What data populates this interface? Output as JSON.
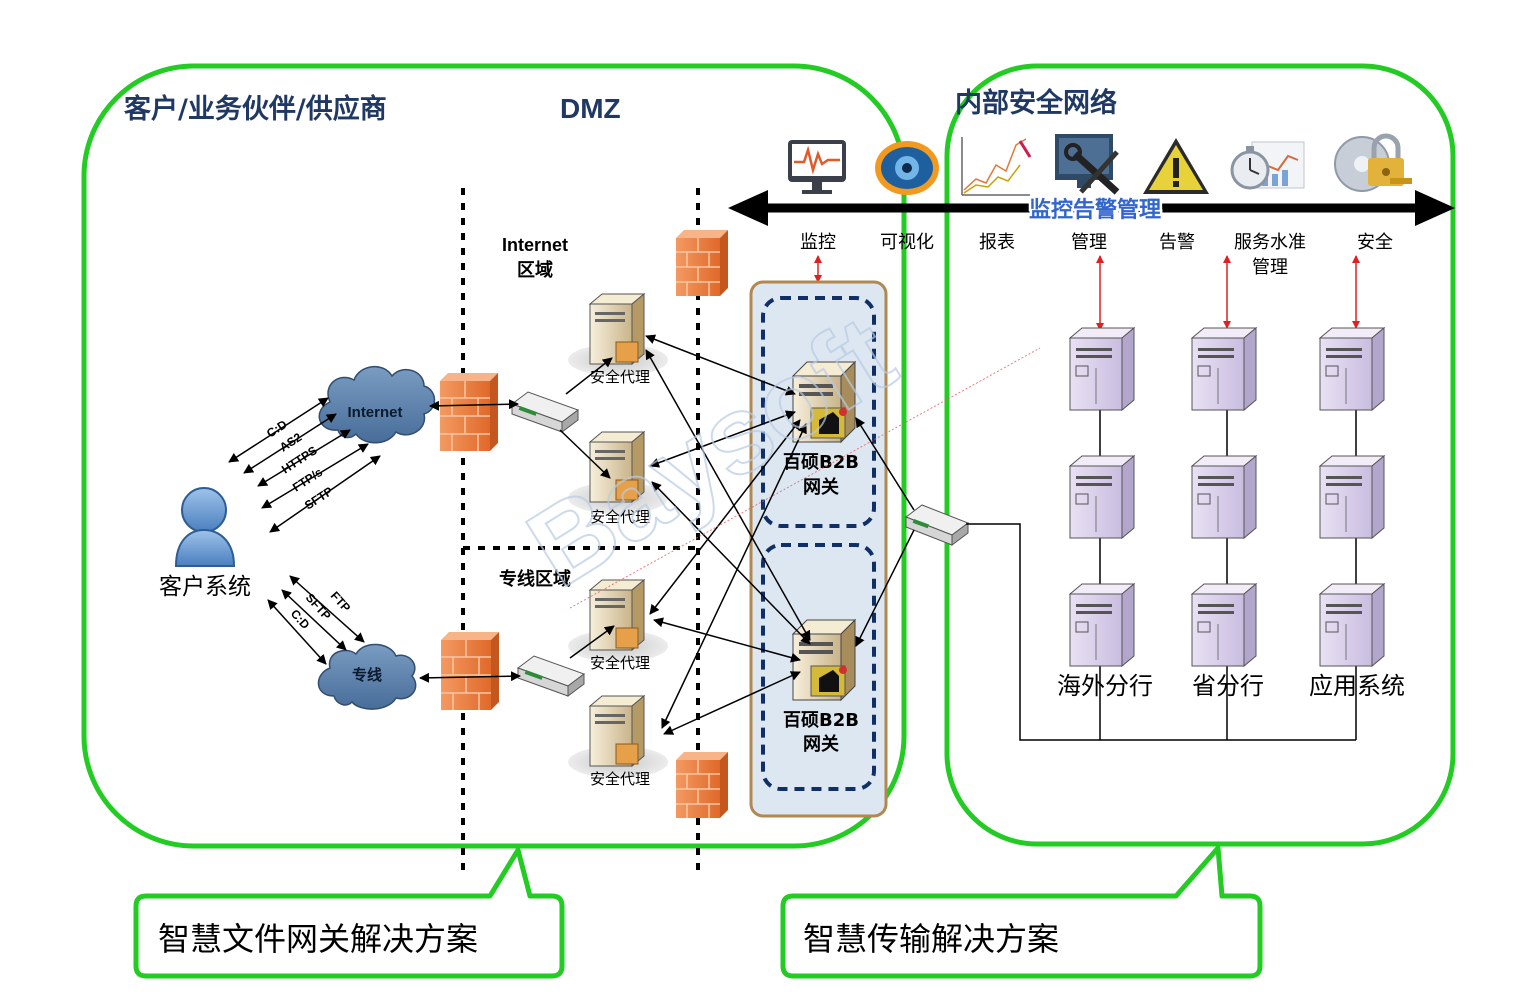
{
  "regions": {
    "customer_title": "客户/业务伙伴/供应商",
    "dmz_title": "DMZ",
    "internal_title": "内部安全网络"
  },
  "zones": {
    "internet_zone_line1": "Internet",
    "internet_zone_line2": "区域",
    "leased_zone": "专线区域"
  },
  "clouds": {
    "internet": "Internet",
    "leased": "专线"
  },
  "client": {
    "label": "客户系统",
    "internet_protocols": [
      "C:D",
      "AS2",
      "HTTPS",
      "FTP/s",
      "SFTP"
    ],
    "leased_protocols": [
      "FTP",
      "SFTP",
      "C:D"
    ]
  },
  "proxy_label": "安全代理",
  "gateway": {
    "line1": "百硕B2B",
    "line2": "网关"
  },
  "monitoring": {
    "bar_title": "监控告警管理",
    "items": [
      "监控",
      "可视化",
      "报表",
      "管理",
      "告警",
      "服务水准",
      "安全"
    ],
    "item_extra_line": "管理",
    "icons": [
      "monitor-icon",
      "eye-icon",
      "chart-icon",
      "tools-icon",
      "warning-icon",
      "stopwatch-icon",
      "lock-icon"
    ]
  },
  "internal_servers": [
    "海外分行",
    "省分行",
    "应用系统"
  ],
  "watermark": "Baysoft",
  "callouts": {
    "left": "智慧文件网关解决方案",
    "right": "智慧传输解决方案"
  },
  "colors": {
    "green_border": "#22cc22",
    "title_blue": "#1f3864",
    "monitor_bar_text": "#3366cc",
    "firewall": "#f07a3c",
    "cloud": "#5a7fa8",
    "server_purple": "#d8cdea",
    "gateway_panel": "#dde7f1",
    "gateway_frame": "#b08850",
    "dashed_blue": "#0f2f66"
  }
}
